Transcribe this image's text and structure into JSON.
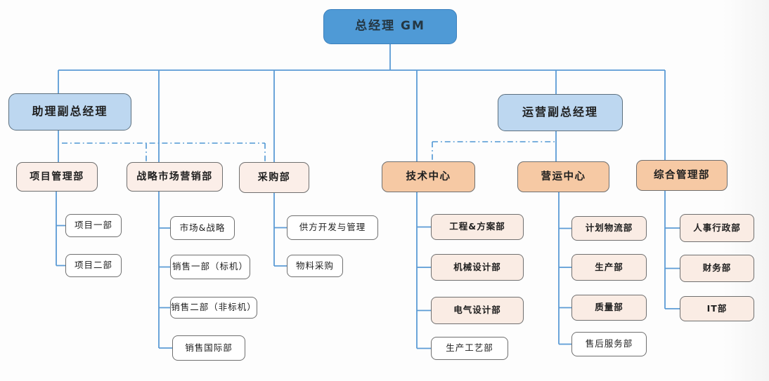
{
  "colors": {
    "root_fill": "#4F9AD6",
    "deputy_fill": "#BDD7F0",
    "dept_fill": "#FBEEE8",
    "center_fill": "#F6C9A4",
    "leaf_pink_fill": "#FAECE4",
    "leaf_white_fill": "#FFFFFF",
    "connector_line": "#5B9BD5",
    "dotted_line": "#4F97D4",
    "box_border": "#6F6F6F"
  },
  "nodes": {
    "gm": {
      "label": "总经理 GM"
    },
    "deputy_assistant": {
      "label": "助理副总经理"
    },
    "deputy_operations": {
      "label": "运营副总经理"
    },
    "project_mgmt": {
      "label": "项目管理部"
    },
    "strategy_marketing": {
      "label": "战略市场营销部"
    },
    "procurement": {
      "label": "采购部"
    },
    "tech_center": {
      "label": "技术中心"
    },
    "operations_center": {
      "label": "营运中心"
    },
    "general_admin": {
      "label": "综合管理部"
    },
    "project_1": {
      "label": "项目一部"
    },
    "project_2": {
      "label": "项目二部"
    },
    "market_strategy": {
      "label": "市场&战略"
    },
    "sales_1": {
      "label": "销售一部（标机）"
    },
    "sales_2": {
      "label": "销售二部（非标机）"
    },
    "sales_intl": {
      "label": "销售国际部"
    },
    "supplier_dev": {
      "label": "供方开发与管理"
    },
    "material_purchase": {
      "label": "物料采购"
    },
    "engineering_solutions": {
      "label": "工程&方案部"
    },
    "mechanical_design": {
      "label": "机械设计部"
    },
    "electrical_design": {
      "label": "电气设计部"
    },
    "production_process": {
      "label": "生产工艺部"
    },
    "planning_logistics": {
      "label": "计划物流部"
    },
    "production": {
      "label": "生产部"
    },
    "quality": {
      "label": "质量部"
    },
    "after_sales": {
      "label": "售后服务部"
    },
    "hr_admin": {
      "label": "人事行政部"
    },
    "finance": {
      "label": "财务部"
    },
    "it": {
      "label": "IT部"
    }
  },
  "structure": {
    "root": "gm",
    "solid_edges": [
      [
        "gm",
        "deputy_assistant"
      ],
      [
        "gm",
        "strategy_marketing"
      ],
      [
        "gm",
        "procurement"
      ],
      [
        "gm",
        "tech_center"
      ],
      [
        "gm",
        "deputy_operations"
      ],
      [
        "gm",
        "general_admin"
      ],
      [
        "deputy_assistant",
        "project_mgmt"
      ],
      [
        "deputy_operations",
        "operations_center"
      ],
      [
        "project_mgmt",
        "project_1"
      ],
      [
        "project_mgmt",
        "project_2"
      ],
      [
        "strategy_marketing",
        "market_strategy"
      ],
      [
        "strategy_marketing",
        "sales_1"
      ],
      [
        "strategy_marketing",
        "sales_2"
      ],
      [
        "strategy_marketing",
        "sales_intl"
      ],
      [
        "procurement",
        "supplier_dev"
      ],
      [
        "procurement",
        "material_purchase"
      ],
      [
        "tech_center",
        "engineering_solutions"
      ],
      [
        "tech_center",
        "mechanical_design"
      ],
      [
        "tech_center",
        "electrical_design"
      ],
      [
        "tech_center",
        "production_process"
      ],
      [
        "operations_center",
        "planning_logistics"
      ],
      [
        "operations_center",
        "production"
      ],
      [
        "operations_center",
        "quality"
      ],
      [
        "operations_center",
        "after_sales"
      ],
      [
        "general_admin",
        "hr_admin"
      ],
      [
        "general_admin",
        "finance"
      ],
      [
        "general_admin",
        "it"
      ]
    ],
    "dotted_edges": [
      [
        "deputy_assistant",
        "strategy_marketing"
      ],
      [
        "deputy_assistant",
        "procurement"
      ],
      [
        "deputy_operations",
        "tech_center"
      ]
    ]
  }
}
